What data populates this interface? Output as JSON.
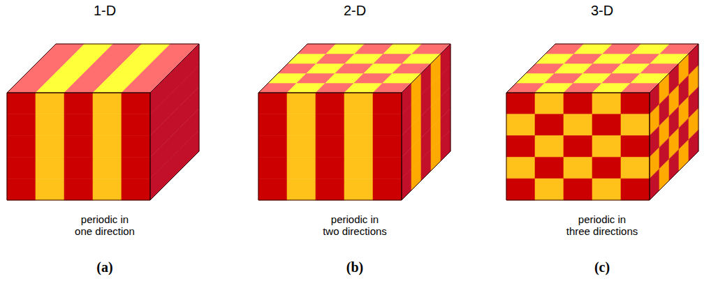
{
  "diagram": {
    "labels": [
      "1-D",
      "2-D",
      "3-D",
      "periodic in one direction",
      "periodic in two directions",
      "periodic in three directions",
      "(a)",
      "(b)",
      "(c)"
    ]
  }
}
